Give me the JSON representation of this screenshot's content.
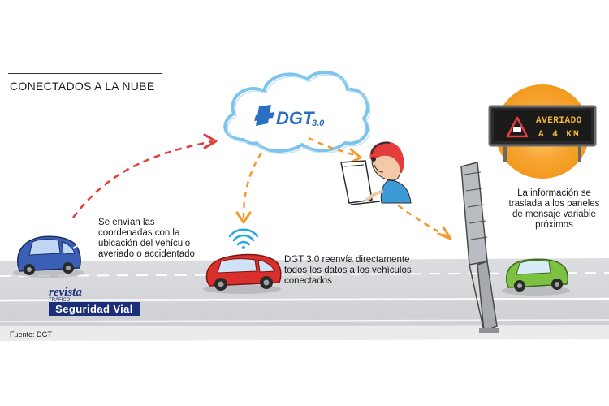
{
  "title": "CONECTADOS A LA NUBE",
  "cloud": {
    "brand": "DGT",
    "version": "3.0"
  },
  "sign": {
    "line1": "AVERIADO",
    "line2": "A 4 KM"
  },
  "captions": {
    "left": "Se envían las coordenadas con la ubicación del vehículo averiado o accidentado",
    "middle": "DGT 3.0 reenvía directamente todos los datos a los vehículos conectados",
    "right": "La información se traslada a los paneles de mensaje variable próximos"
  },
  "logo": {
    "top": "revista",
    "sub": "TRÁFICO",
    "bar": "Seguridad Vial"
  },
  "source": "Fuente: DGT",
  "colors": {
    "arrow_red": "#e43d3d",
    "arrow_orange": "#f29a2e",
    "cloud_outline": "#7cc4ee",
    "dgt_blue": "#2a6fc1",
    "road": "#d9dadc",
    "sign_glow": "#f7a534",
    "car_left": "#3b5fb5",
    "car_middle": "#d9302c",
    "car_right": "#7cc142"
  },
  "icons": [
    "cloud-icon",
    "wifi-icon",
    "operator-icon",
    "warning-triangle-icon",
    "car-icon",
    "gantry-icon",
    "arrow-icon"
  ]
}
